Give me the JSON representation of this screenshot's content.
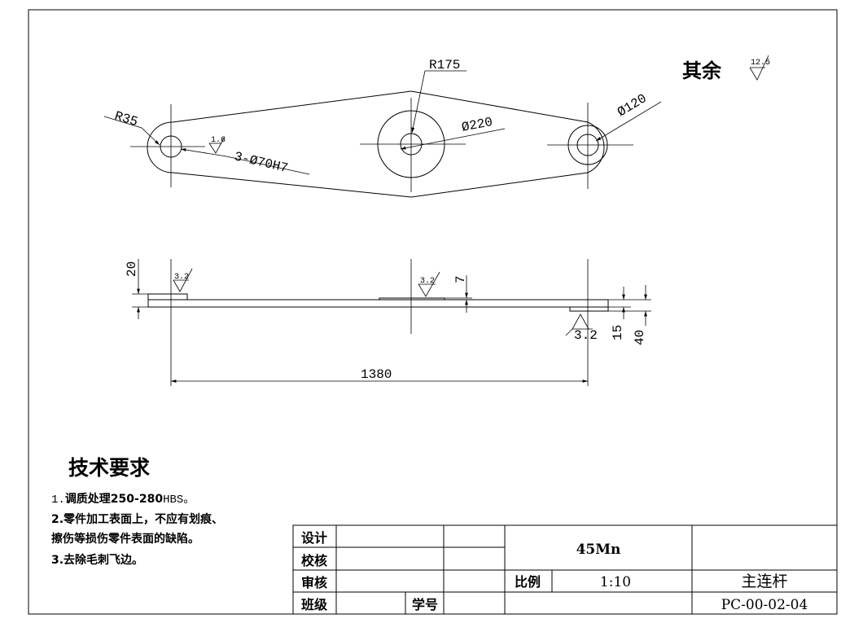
{
  "drawing": {
    "other_surfaces_label": "其余",
    "other_surfaces_roughness": "12.5",
    "front_view": {
      "r_outer_end": "R35",
      "r_center": "R175",
      "dia_center": "Ø220",
      "dia_right": "Ø120",
      "holes": "3-Ø70H7",
      "hole_roughness": "1.6"
    },
    "side_view": {
      "boss_height": "20",
      "left_roughness": "3.2",
      "center_roughness": "3.2",
      "center_depth": "7",
      "right_roughness": "3.2",
      "plate_thickness": "15",
      "total_height": "40",
      "length": "1380"
    }
  },
  "requirements": {
    "title": "技术要求",
    "item1_prefix": "1.",
    "item1_text": "调质处理250-280",
    "item1_unit": "HBS",
    "item1_suffix": "。",
    "item2_line1": "2.零件加工表面上，不应有划痕、",
    "item2_line2": "擦伤等损伤零件表面的缺陷。",
    "item3": "3.去除毛刺飞边。"
  },
  "title_block": {
    "design": "设计",
    "check": "校核",
    "review": "审核",
    "class": "班级",
    "student_no": "学号",
    "material": "45Mn",
    "scale_label": "比例",
    "scale": "1:10",
    "part_name": "主连杆",
    "drawing_no": "PC-00-02-04"
  }
}
